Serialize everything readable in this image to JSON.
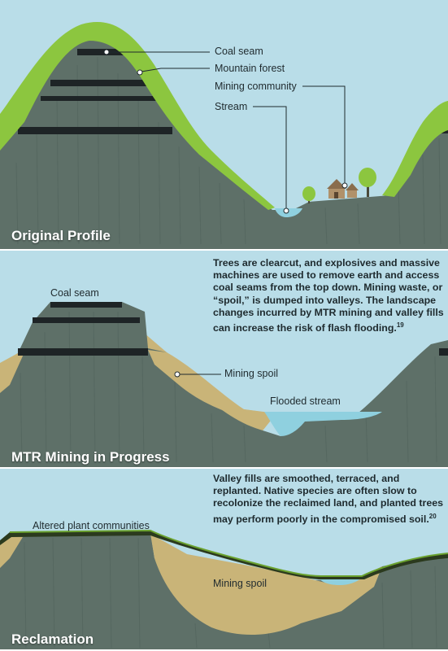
{
  "colors": {
    "sky": "#b9dde8",
    "mountain": "#5e7068",
    "mountain_dark": "#4f615a",
    "forest": "#8cc63f",
    "forest_dark": "#6aa12e",
    "coal": "#1e2426",
    "spoil": "#c9b478",
    "water": "#8fd0df",
    "house": "#b0916a",
    "divider": "#ffffff"
  },
  "panels": [
    {
      "title": "Original Profile",
      "labels": {
        "coal_seam": "Coal seam",
        "mountain_forest": "Mountain forest",
        "mining_community": "Mining community",
        "stream": "Stream"
      }
    },
    {
      "title": "MTR Mining in Progress",
      "description": "Trees are clearcut, and explosives and massive machines are used to remove earth and access coal seams from the top down. Mining waste, or “spoil,” is dumped into valleys. The landscape changes incurred by MTR mining and valley fills can increase the risk of flash flooding.",
      "footnote": "19",
      "labels": {
        "coal_seam": "Coal seam",
        "mining_spoil": "Mining spoil",
        "flooded_stream": "Flooded stream"
      }
    },
    {
      "title": "Reclamation",
      "description": "Valley fills are smoothed, terraced, and replanted. Native species are often slow to recolonize the reclaimed land, and planted trees may perform poorly in the compromised soil.",
      "footnote": "20",
      "labels": {
        "altered_plants": "Altered plant communities",
        "mining_spoil": "Mining spoil"
      }
    }
  ]
}
